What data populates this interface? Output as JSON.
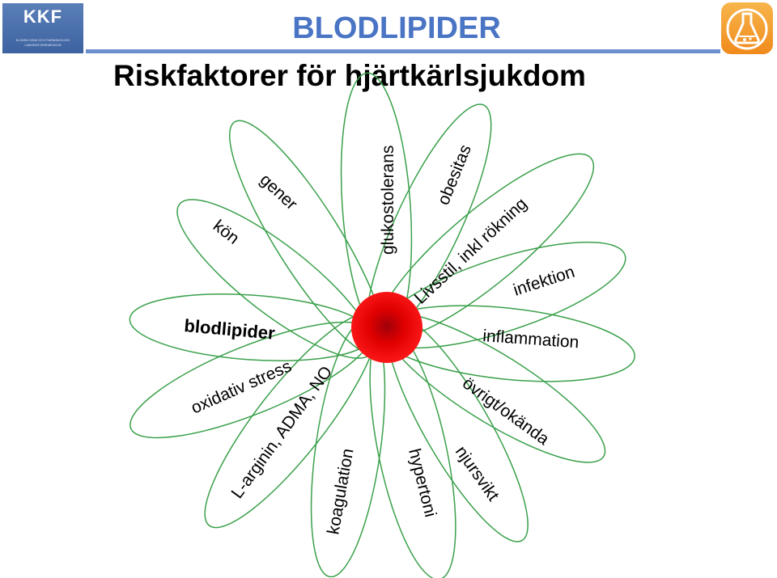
{
  "header": {
    "logo_left_text": "KKF",
    "logo_left_subtext_1": "KLINISK KEMI OCH FARMAKOLOGI",
    "logo_left_subtext_2": "LABORATORIEMEDICIN",
    "logo_right_icon": "flask-icon",
    "title": "BLODLIPIDER"
  },
  "subtitle": "Riskfaktorer för hjärtkärlsjukdom",
  "diagram": {
    "center_node": "red-sphere",
    "petal_color": "#3aa04a",
    "center_color": "#ff0000",
    "title_color": "#4a74c4",
    "labels": [
      "kön",
      "gener",
      "glukostolerans",
      "obesitas",
      "Livsstil, inkl rökning",
      "infektion",
      "inflammation",
      "övrigt/okända",
      "njursvikt",
      "hypertoni",
      "koagulation",
      "L-arginin, ADMA, NO",
      "oxidativ stress",
      "blodlipider"
    ]
  }
}
